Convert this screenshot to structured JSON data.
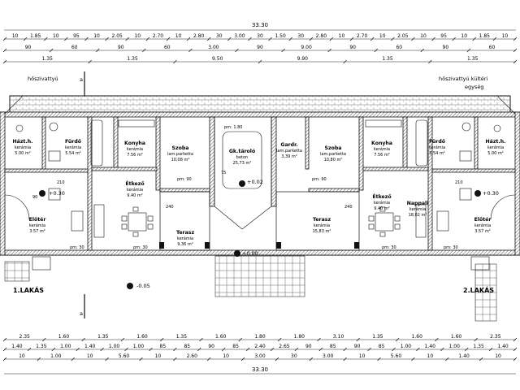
{
  "overall_dimension": "33.30",
  "top_dims": {
    "row1": [
      "10",
      "1.85",
      "10",
      "95",
      "10",
      "2.05",
      "10",
      "2.70",
      "10",
      "2.80",
      "30",
      "3.00",
      "30",
      "1.50",
      "30",
      "2.80",
      "10",
      "2.70",
      "10",
      "2.05",
      "10",
      "95",
      "10",
      "1.85",
      "10"
    ],
    "row2": [
      "90",
      "60",
      "90",
      "60",
      "3.00",
      "90",
      "9.00",
      "90",
      "60",
      "90",
      "60"
    ],
    "row3": [
      "1.35",
      "1.35",
      "9.50",
      "9.90",
      "1.35",
      "1.35"
    ]
  },
  "bottom_dims": {
    "row1": [
      "2.35",
      "1.60",
      "1.35",
      "1.60",
      "1.35",
      "1.60",
      "1.80",
      "1.80",
      "3.10",
      "1.35",
      "1.60",
      "1.60",
      "2.35"
    ],
    "row2": [
      "1.40",
      "1.35",
      "1.00",
      "1.40",
      "1.00",
      "1.00",
      "85",
      "85",
      "90",
      "85",
      "2.40",
      "2.65",
      "90",
      "85",
      "90",
      "85",
      "1.00",
      "1.40",
      "1.00",
      "1.35",
      "1.40"
    ],
    "row3": [
      "10",
      "1.00",
      "10",
      "5.60",
      "10",
      "2.60",
      "10",
      "3.00",
      "30",
      "3.00",
      "10",
      "5.60",
      "10",
      "1.40",
      "10"
    ]
  },
  "annotations": {
    "sliding_gate_left": "hőszivattyú",
    "sliding_gate_right_1": "hőszivattyú kültéri",
    "sliding_gate_right_2": "egység",
    "level_a": "+0.30",
    "level_b": "+0.30",
    "level_c": "+0.02",
    "level_d": "-0.05",
    "level_e": "±0.00",
    "section_mark": "a"
  },
  "units": {
    "left": "1.LAKÁS",
    "right": "2.LAKÁS"
  },
  "rooms": [
    {
      "name": "Házt.h.",
      "floor": "kerámia",
      "area": "5.00 m²"
    },
    {
      "name": "Fürdő",
      "floor": "kerámia",
      "area": "5.54 m²"
    },
    {
      "name": "Konyha",
      "floor": "kerámia",
      "area": "7.56 m²"
    },
    {
      "name": "Szoba",
      "floor": "lam.parketta",
      "area": "10,08 m²"
    },
    {
      "name": "Gk.tároló",
      "floor": "beton",
      "area": "25,73 m²"
    },
    {
      "name": "Gardr.",
      "floor": "lam.parketta",
      "area": "3,39 m²"
    },
    {
      "name": "Szoba",
      "floor": "lam.parketta",
      "area": "10,80 m²"
    },
    {
      "name": "Konyha",
      "floor": "kerámia",
      "area": "7.56 m²"
    },
    {
      "name": "Fürdő",
      "floor": "kerámia",
      "area": "5.54 m²"
    },
    {
      "name": "Házt.h.",
      "floor": "kerámia",
      "area": "5.00 m²"
    },
    {
      "name": "Étkező",
      "floor": "kerámia",
      "area": "9.40 m²"
    },
    {
      "name": "Terasz",
      "floor": "kerámia",
      "area": "9,36 m²"
    },
    {
      "name": "Terasz",
      "floor": "kerámia",
      "area": "15,83 m²"
    },
    {
      "name": "Étkező",
      "floor": "kerámia",
      "area": "9.40 m²"
    },
    {
      "name": "Nappali",
      "floor": "kerámia",
      "area": "18,02 m²"
    },
    {
      "name": "Előtér",
      "floor": "kerámia",
      "area": "3.57 m²"
    },
    {
      "name": "Előtér",
      "floor": "kerámia",
      "area": "3.57 m²"
    }
  ],
  "openings": {
    "pm180": "pm: 1.80",
    "pm90": "pm: 90",
    "pm30": "pm: 30",
    "d75": "75",
    "d90": "90",
    "d210": "210",
    "d240": "240"
  }
}
